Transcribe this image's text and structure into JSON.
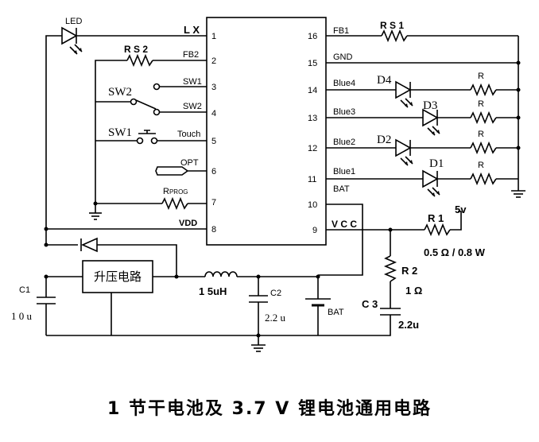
{
  "chip": {
    "left_pins": [
      {
        "num": "1",
        "name": "L X"
      },
      {
        "num": "2",
        "name": "FB2"
      },
      {
        "num": "3",
        "name": "SW1"
      },
      {
        "num": "4",
        "name": "SW2"
      },
      {
        "num": "5",
        "name": "Touch"
      },
      {
        "num": "6",
        "name": "OPT"
      },
      {
        "num": "7",
        "name": ""
      },
      {
        "num": "8",
        "name": "VDD"
      }
    ],
    "right_pins": [
      {
        "num": "16",
        "name": "FB1"
      },
      {
        "num": "15",
        "name": "GND"
      },
      {
        "num": "14",
        "name": "Blue4"
      },
      {
        "num": "13",
        "name": "Blue3"
      },
      {
        "num": "12",
        "name": "Blue2"
      },
      {
        "num": "11",
        "name": "Blue1"
      },
      {
        "num": "10",
        "name": "BAT"
      },
      {
        "num": "9",
        "name": "V C C"
      }
    ]
  },
  "labels": {
    "led": "LED",
    "rs2": "R S 2",
    "rs1": "R S 1",
    "sw2": "SW2",
    "sw1": "SW1",
    "rprog_r": "R",
    "rprog_sub": "PROG",
    "d4": "D4",
    "d3": "D3",
    "d2": "D2",
    "d1": "D1",
    "r": "R",
    "r1": "R 1",
    "r1_value": "0.5 Ω / 0.8 W",
    "five_v": "5v",
    "r2": "R 2",
    "r2_value": "1 Ω",
    "c3": "C 3",
    "c3_value": "2.2u",
    "boost": "升压电路",
    "inductor": "1 5uH",
    "c2": "C2",
    "c2_value": "2.2 u",
    "bat": "BAT",
    "c1": "C1",
    "c1_value": "1 0 u"
  },
  "caption": "1 节干电池及 3.7 V 锂电池通用电路"
}
